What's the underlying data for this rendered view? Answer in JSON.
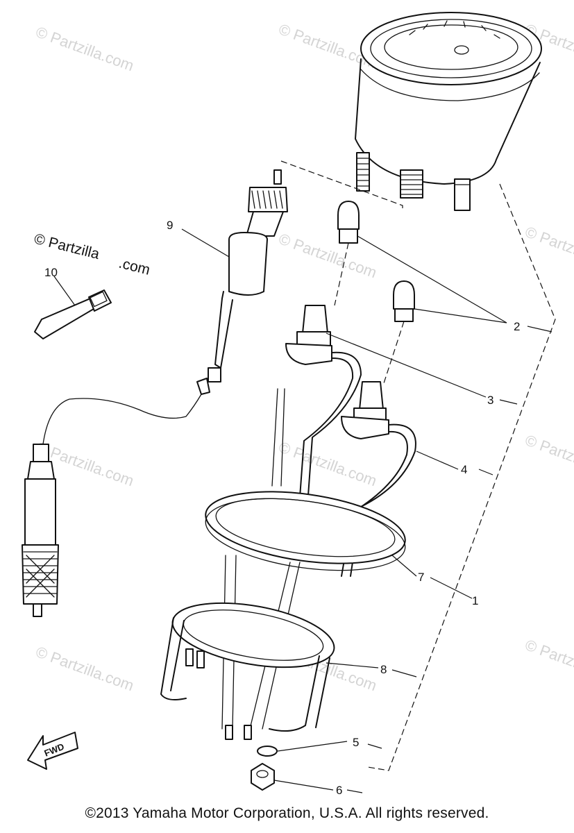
{
  "diagram": {
    "parts": [
      {
        "num": "1"
      },
      {
        "num": "2"
      },
      {
        "num": "3"
      },
      {
        "num": "4"
      },
      {
        "num": "5"
      },
      {
        "num": "6"
      },
      {
        "num": "7"
      },
      {
        "num": "8"
      },
      {
        "num": "9"
      },
      {
        "num": "10"
      }
    ],
    "fwd_label": "FWD",
    "watermark": "© Partzilla.com",
    "watermark_dark_line1": "© Partzilla",
    "watermark_dark_line2": ".com"
  },
  "footer": {
    "copyright": "©2013 Yamaha Motor Corporation, U.S.A. All rights reserved."
  },
  "colors": {
    "ink": "#111111",
    "watermark": "#d4d4d4",
    "background": "#ffffff"
  }
}
